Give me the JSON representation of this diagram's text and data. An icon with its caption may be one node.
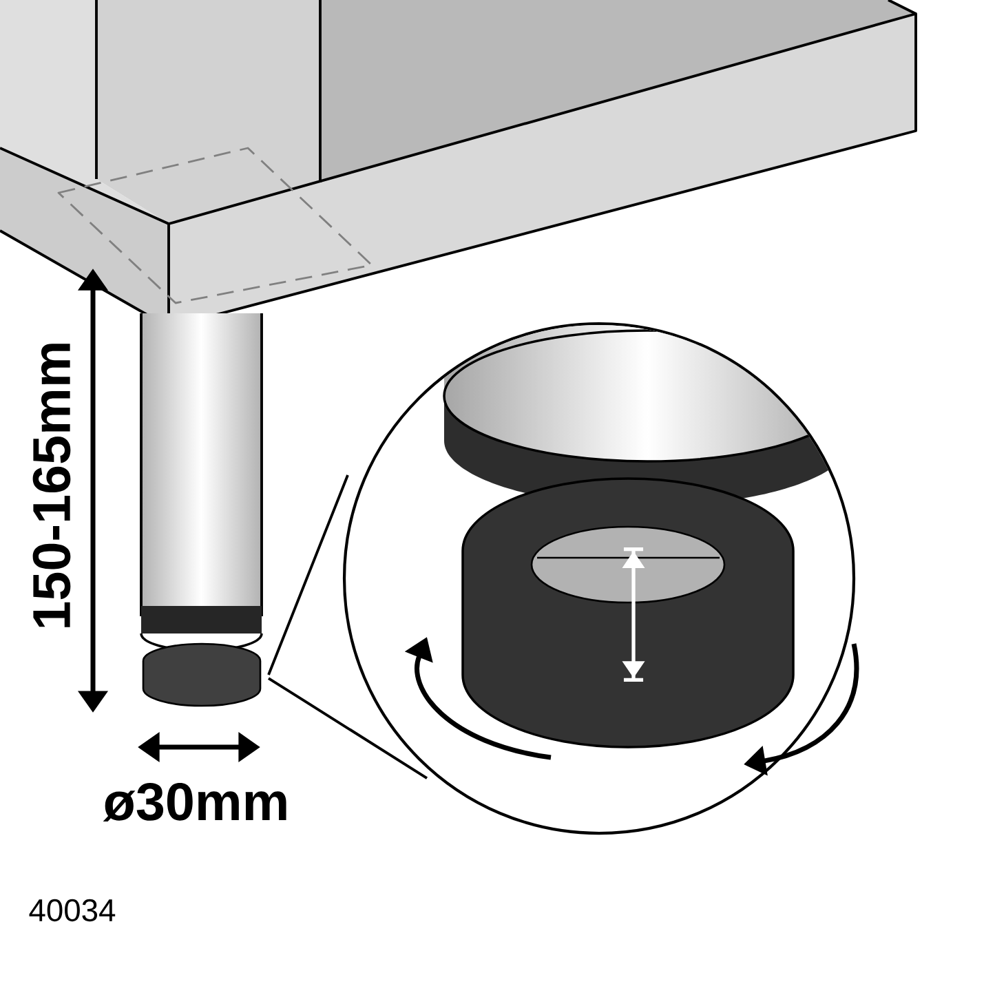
{
  "diagram": {
    "labels": [
      "150-165mm",
      "ø30mm",
      "40034"
    ]
  }
}
